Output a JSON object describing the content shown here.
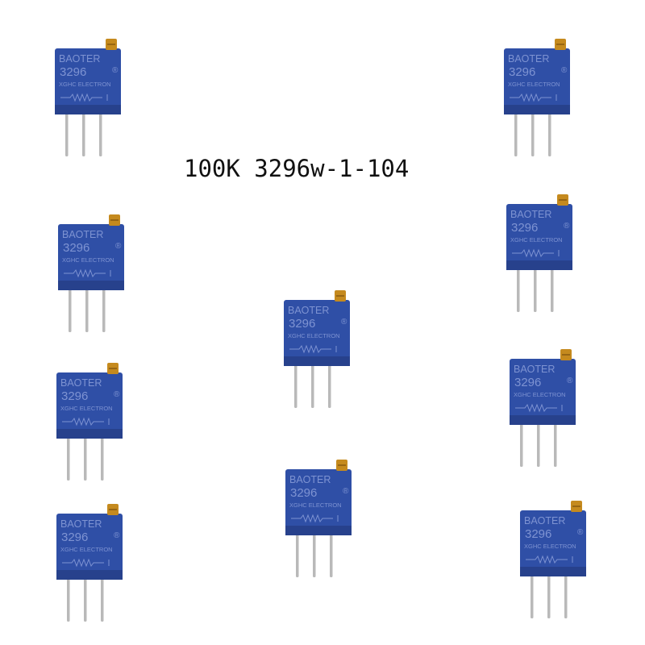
{
  "caption": "100K 3296w-1-104",
  "colors": {
    "body": "#2f4fa6",
    "body_shade": "#27418c",
    "marking": "#7e93d2",
    "screw": "#c58a1e",
    "pin": "#b9b9b9",
    "background": "#ffffff"
  },
  "marking": {
    "brand": "BAOTER",
    "model": "3296",
    "line3": "XGHC ELECTRON",
    "symbol": "®"
  },
  "trimmers": [
    {
      "name": "trimmer-1"
    },
    {
      "name": "trimmer-2"
    },
    {
      "name": "trimmer-3"
    },
    {
      "name": "trimmer-4"
    },
    {
      "name": "trimmer-5"
    },
    {
      "name": "trimmer-6"
    },
    {
      "name": "trimmer-7"
    },
    {
      "name": "trimmer-8"
    },
    {
      "name": "trimmer-9"
    },
    {
      "name": "trimmer-10"
    }
  ]
}
